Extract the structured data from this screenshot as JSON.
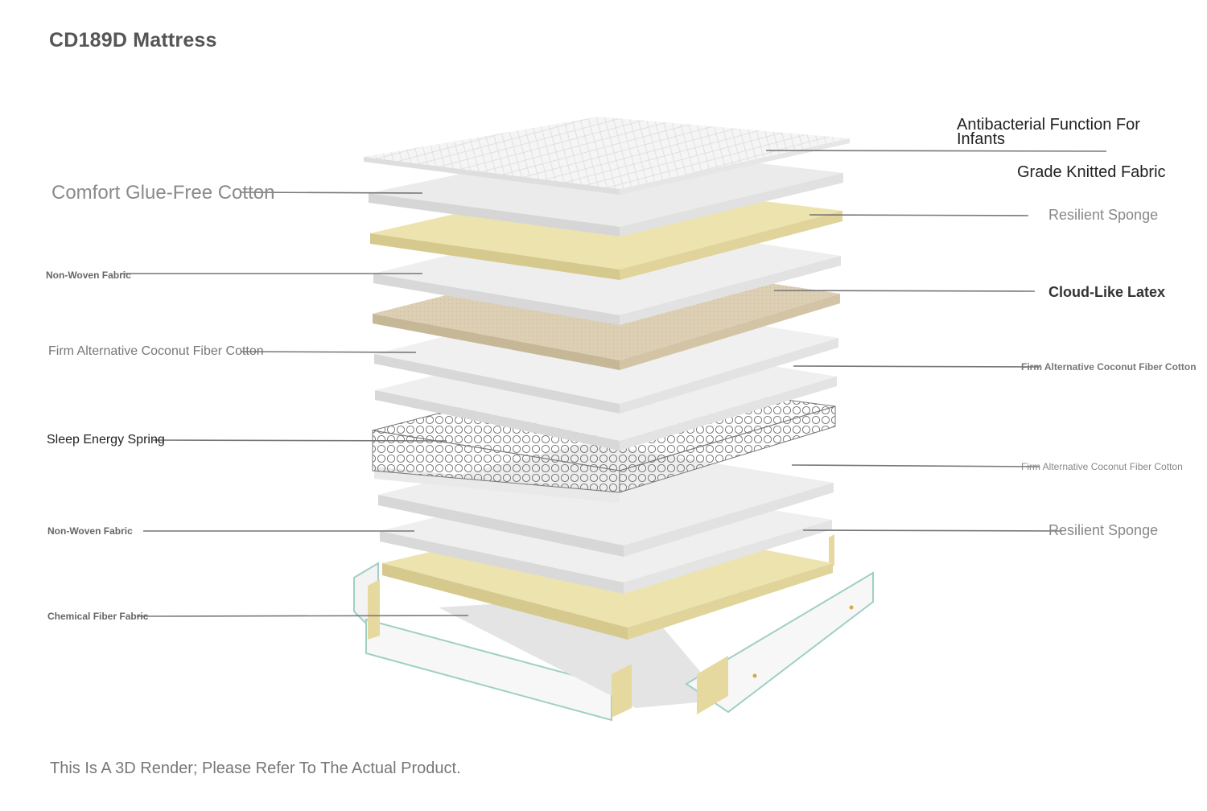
{
  "title": "CD189D Mattress",
  "disclaimer": "This Is A 3D Render; Please Refer To The Actual Product.",
  "labels": {
    "left": [
      "Comfort Glue-Free Cotton",
      "Non-Woven Fabric",
      "Firm Alternative Coconut Fiber Cotton",
      "Sleep Energy Spring",
      "Non-Woven Fabric",
      "Chemical Fiber Fabric"
    ],
    "right": [
      "Antibacterial Function For Infants",
      "Grade Knitted Fabric",
      "Resilient Sponge",
      "Cloud-Like Latex",
      "Firm Alternative Coconut Fiber Cotton",
      "Firm Alternative Coconut Fiber Cotton",
      "Resilient Sponge"
    ]
  },
  "colors": {
    "fabric": "#ededed",
    "sponge": "#ede3ae",
    "latex": "#ddcfb4",
    "spring": "#8a8a8a",
    "leader": "#777777",
    "frame_edge": "#9fcfc5"
  }
}
